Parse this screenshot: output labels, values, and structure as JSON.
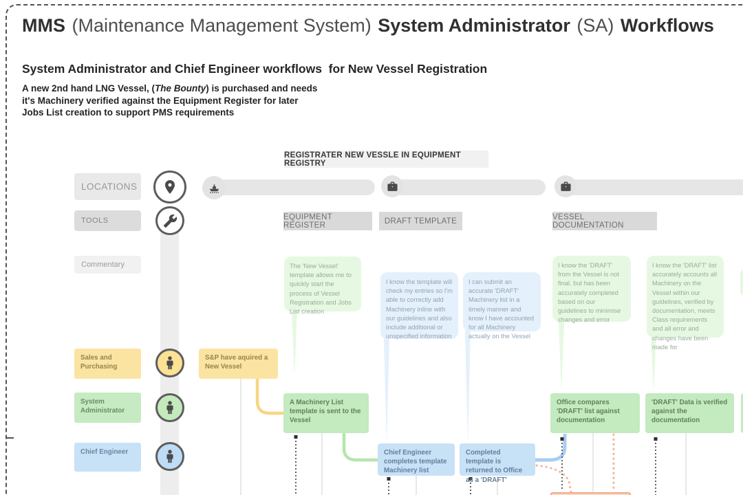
{
  "header": {
    "title_strong1": "MMS",
    "title_light1": "(Maintenance Management System)",
    "title_strong2": "System Administrator",
    "title_light2": "(SA)",
    "title_strong3": "Workflows",
    "subtitle": "System Administrator and Chief Engineer workflows  for New Vessel Registration",
    "intro_pre": "A new 2nd hand LNG Vessel, (",
    "intro_italic": "The Bounty",
    "intro_post": ") is purchased and needs it's Machinery verified against the Equipment Register for later Jobs List creation to support PMS requirements"
  },
  "banner": "REGISTRATER NEW VESSLE IN EQUIPMENT REGISTRY",
  "lanes": {
    "locations": "LOCATIONS",
    "tools": "TOOLS",
    "commentary": "Commentary",
    "roles": [
      {
        "label": "Sales and Purchasing",
        "color": "#fbe4a2"
      },
      {
        "label": "System Administrator",
        "color": "#c6ebc2"
      },
      {
        "label": "Chief Engineer",
        "color": "#c7e1f7"
      }
    ]
  },
  "tool_labels": [
    {
      "label": "EQUIPMENT REGISTER"
    },
    {
      "label": "DRAFT TEMPLATE"
    },
    {
      "label": "VESSEL DOCUMENTATION"
    }
  ],
  "comments": [
    {
      "text": "The 'New Vessel' template allows me to quickly start the process of Vessel Registration and Jobs List creation",
      "tone": "green"
    },
    {
      "text": "I know the template will check my entries so I'm able to correctly add Machinery inline with our guidelines and also include additional or unspecified information",
      "tone": "blue"
    },
    {
      "text": "I can submit an accurate 'DRAFT' Machinery list in a timely manner and know I have accounted for all Machinery actually on the Vessel",
      "tone": "blue"
    },
    {
      "text": "I know the 'DRAFT' from the Vessel is not final, but has been accurately completed based on our guidelines to minimise changes and error",
      "tone": "green"
    },
    {
      "text": "I know the 'DRAFT' list accurately accounts all Machinery on the Vessel within our guidelines, verified by documentation, meets Class requirements and all error and changes have been made for",
      "tone": "green"
    }
  ],
  "actions": [
    {
      "text": "S&P have aquired a New Vessel",
      "tone": "yellow"
    },
    {
      "text": "A Machinery List template is sent to the Vessel",
      "tone": "green"
    },
    {
      "text": "Chief Engineer completes template Machinery list",
      "tone": "blue"
    },
    {
      "text": "Completed template is returned to Office as a 'DRAFT'",
      "tone": "blue"
    },
    {
      "text": "Office compares 'DRAFT' list against documentation",
      "tone": "green"
    },
    {
      "text": "'DRAFT' Data is verified against the documentation",
      "tone": "green"
    }
  ],
  "colors": {
    "role_yellow": "#fbe4a2",
    "role_green": "#c6ebc2",
    "role_blue": "#c7e1f7",
    "comment_green": "#e6f8e2",
    "comment_blue": "#e4f0fb",
    "flow_yellow": "#f8d584",
    "flow_green": "#b5e6ab",
    "flow_blue": "#a9cdf1",
    "flow_orange": "#f3b69c",
    "bar_gray": "#e6e6e6"
  }
}
